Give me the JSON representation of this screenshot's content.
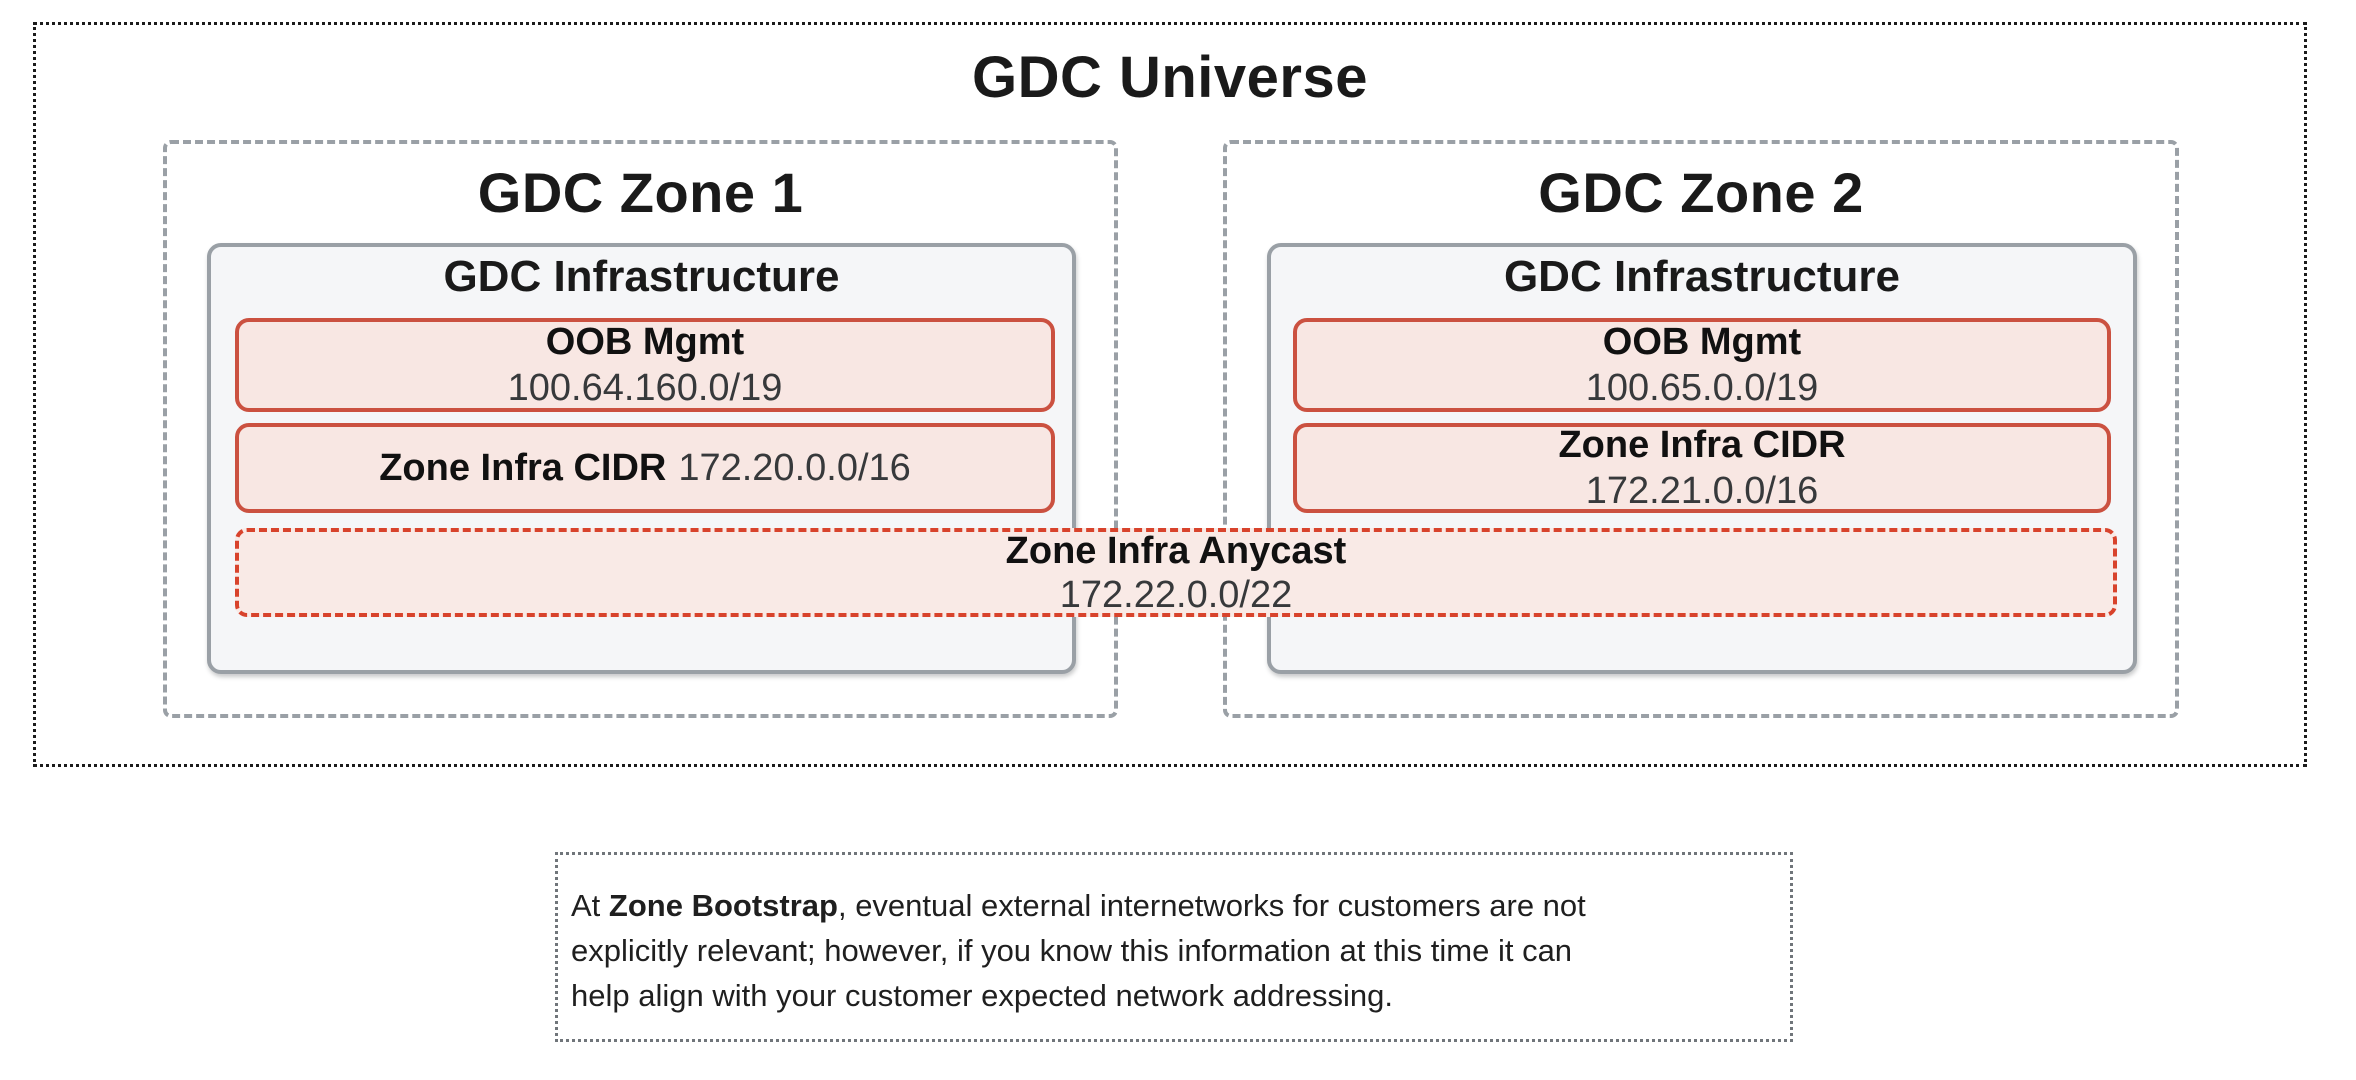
{
  "universe": {
    "title": "GDC Universe",
    "zones": [
      {
        "title": "GDC Zone 1",
        "infrastructure": {
          "title": "GDC Infrastructure",
          "oob": {
            "label": "OOB Mgmt",
            "cidr": "100.64.160.0/19"
          },
          "zone_infra": {
            "label": "Zone Infra CIDR",
            "cidr": "172.20.0.0/16"
          }
        }
      },
      {
        "title": "GDC Zone 2",
        "infrastructure": {
          "title": "GDC Infrastructure",
          "oob": {
            "label": "OOB Mgmt",
            "cidr": "100.65.0.0/19"
          },
          "zone_infra": {
            "label": "Zone Infra CIDR",
            "cidr": "172.21.0.0/16"
          }
        }
      }
    ],
    "anycast": {
      "label": "Zone Infra Anycast",
      "cidr": "172.22.0.0/22"
    }
  },
  "note": {
    "line1_prefix": "At ",
    "line1_bold": "Zone Bootstrap",
    "line1_rest": ", eventual external internetworks for customers are not",
    "line2": "explicitly relevant; however, if you know this information at this time it can",
    "line3": "help align with your customer expected network addressing."
  },
  "colors": {
    "red_border": "#cb5140",
    "red_dashed_border": "#d8432c",
    "pink_fill": "#f8e7e3",
    "gray_border": "#9aa0a6",
    "infra_fill": "#f5f6f8",
    "universe_dotted": "#1b1b1b",
    "note_dotted": "#70757a"
  }
}
